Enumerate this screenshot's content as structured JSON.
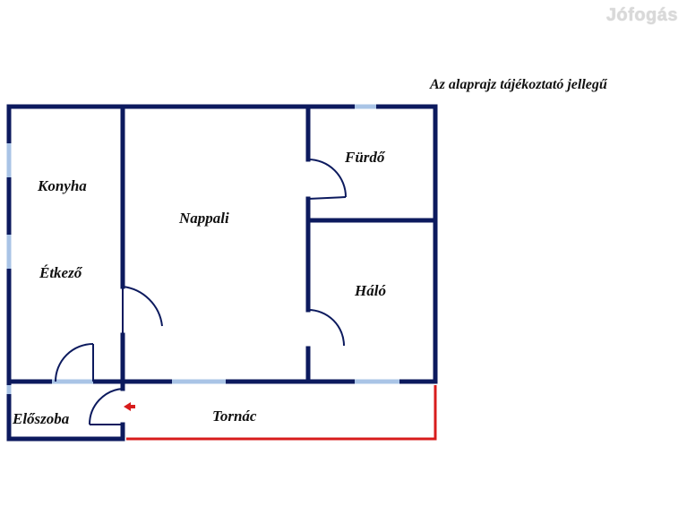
{
  "watermark": "Jófogás",
  "note": "Az alaprajz tájékoztató jellegű",
  "rooms": {
    "konyha": "Konyha",
    "etkezo": "Étkező",
    "nappali": "Nappali",
    "furdo": "Fürdő",
    "halo": "Háló",
    "eloszoba": "Előszoba",
    "tornac": "Tornác"
  },
  "colors": {
    "wall": "#0c1a5e",
    "window": "#a9c4e6",
    "terrace_outline": "#d81c1c",
    "entrance_arrow": "#d81c1c"
  }
}
